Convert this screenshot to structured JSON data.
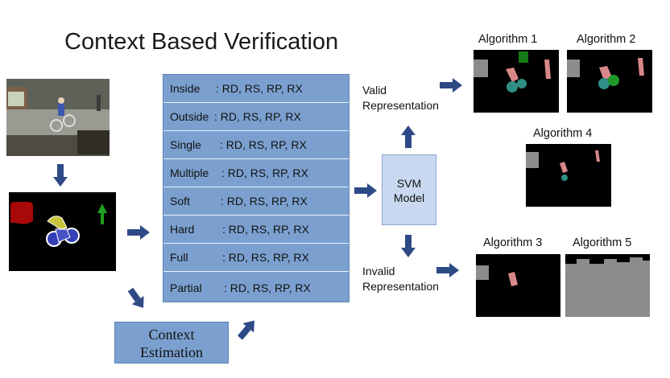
{
  "title": "Context Based Verification",
  "table_rows": [
    {
      "name": "Inside",
      "metrics": ": RD, RS, RP, RX"
    },
    {
      "name": "Outside",
      "metrics": ": RD, RS, RP, RX"
    },
    {
      "name": "Single",
      "metrics": ": RD, RS, RP, RX"
    },
    {
      "name": "Multiple",
      "metrics": ": RD, RS, RP, RX"
    },
    {
      "name": "Soft",
      "metrics": ": RD, RS, RP, RX"
    },
    {
      "name": "Hard",
      "metrics": ": RD, RS, RP, RX"
    },
    {
      "name": "Full",
      "metrics": ": RD, RS, RP, RX"
    },
    {
      "name": "Partial",
      "metrics": ": RD, RS, RP, RX"
    }
  ],
  "context_estimation": {
    "line1": "Context",
    "line2": "Estimation"
  },
  "svm": {
    "line1": "SVM",
    "line2": "Model"
  },
  "valid": {
    "line1": "Valid",
    "line2": "Representation"
  },
  "invalid": {
    "line1": "Invalid",
    "line2": "Representation"
  },
  "algorithms": {
    "a1": "Algorithm 1",
    "a2": "Algorithm 2",
    "a3": "Algorithm 3",
    "a4": "Algorithm 4",
    "a5": "Algorithm 5"
  },
  "colors": {
    "box_fill": "#7ba0cf",
    "svm_fill": "#c8d8f0",
    "arrow": "#2e4a86"
  }
}
